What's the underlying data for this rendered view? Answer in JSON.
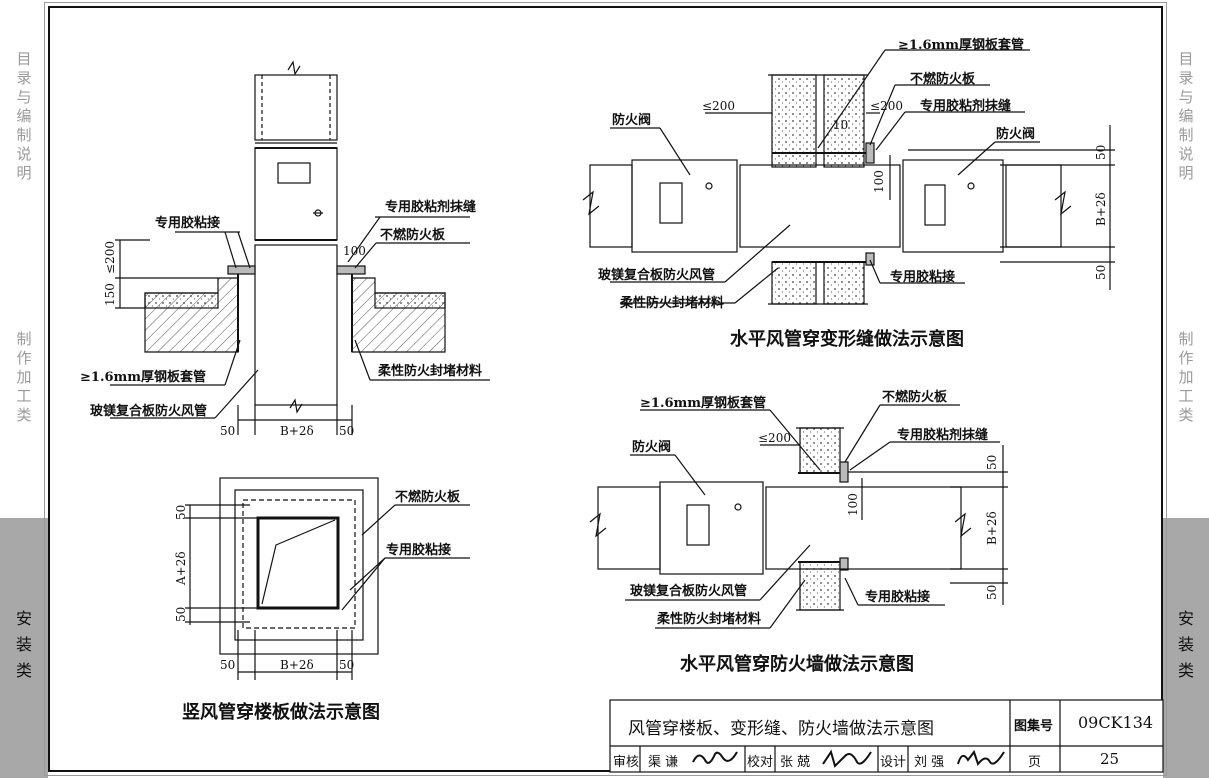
{
  "sidebar_left": {
    "top": "目\n录\n与\n编\n制\n说\n明",
    "middle": "制\n作\n加\n工\n类",
    "bottom": "安\n装\n类"
  },
  "sidebar_right": {
    "top": "目\n录\n与\n编\n制\n说\n明",
    "middle": "制\n作\n加\n工\n类",
    "bottom": "安\n装\n类"
  },
  "vertical_floor": {
    "adhesive_joint_label": "专用胶粘接",
    "sealant_label": "专用胶粘剂抹缝",
    "fireproof_board_label": "不燃防火板",
    "dim_100": "100",
    "dim_le200": "≤200",
    "dim_150": "150",
    "sleeve_label": "≥1.6mm厚钢板套管",
    "flexible_seal_label": "柔性防火封堵材料",
    "duct_label": "玻镁复合板防火风管",
    "dim_50_left": "50",
    "dim_b2d": "B+2δ",
    "dim_50_right": "50"
  },
  "plan_view": {
    "fireproof_board_label": "不燃防火板",
    "adhesive_joint_label": "专用胶粘接",
    "dim_50_top": "50",
    "dim_a2d": "A+2δ",
    "dim_50_bottom": "50",
    "dim_50_left": "50",
    "dim_b2d": "B+2δ",
    "dim_50_right": "50",
    "caption": "竖风管穿楼板做法示意图"
  },
  "expansion_joint": {
    "sleeve_label": "≥1.6mm厚钢板套管",
    "fireproof_board_label": "不燃防火板",
    "dim_le200_left": "≤200",
    "dim_le200_right": "≤200",
    "sealant_label": "专用胶粘剂抹缝",
    "dim_10": "10",
    "damper_left_label": "防火阀",
    "damper_right_label": "防火阀",
    "dim_100": "100",
    "dim_50_top": "50",
    "dim_b2d": "B+2δ",
    "dim_50_bottom": "50",
    "duct_label": "玻镁复合板防火风管",
    "adhesive_joint_label": "专用胶粘接",
    "flexible_seal_label": "柔性防火封堵材料",
    "caption": "水平风管穿变形缝做法示意图"
  },
  "fire_wall": {
    "sleeve_label": "≥1.6mm厚钢板套管",
    "fireproof_board_label": "不燃防火板",
    "dim_le200": "≤200",
    "sealant_label": "专用胶粘剂抹缝",
    "damper_label": "防火阀",
    "dim_100": "100",
    "dim_50_top": "50",
    "dim_b2d": "B+2δ",
    "dim_50_bottom": "50",
    "duct_label": "玻镁复合板防火风管",
    "adhesive_joint_label": "专用胶粘接",
    "flexible_seal_label": "柔性防火封堵材料",
    "caption": "水平风管穿防火墙做法示意图"
  },
  "title_block": {
    "drawing_title": "风管穿楼板、变形缝、防火墙做法示意图",
    "atlas_no_label": "图集号",
    "atlas_no": "09CK134",
    "review_label": "审核",
    "reviewer": "渠 谦",
    "check_label": "校对",
    "checker": "张 兢",
    "design_label": "设计",
    "designer": "刘 强",
    "page_label": "页",
    "page_no": "25"
  },
  "colors": {
    "line": "#111111",
    "hatch": "#555555",
    "sidebar_band": "#a8a8a8",
    "sidebar_text": "#9a9a9a"
  }
}
